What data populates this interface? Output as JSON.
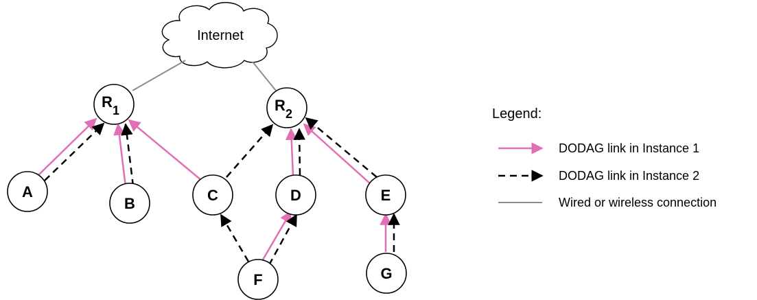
{
  "diagram": {
    "cloud": {
      "label": "Internet"
    },
    "nodes": {
      "R1": {
        "label": "R",
        "sub": "1"
      },
      "R2": {
        "label": "R",
        "sub": "2"
      },
      "A": {
        "label": "A"
      },
      "B": {
        "label": "B"
      },
      "C": {
        "label": "C"
      },
      "D": {
        "label": "D"
      },
      "E": {
        "label": "E"
      },
      "F": {
        "label": "F"
      },
      "G": {
        "label": "G"
      }
    },
    "wired_connections": [
      {
        "from": "cloud",
        "to": "R1"
      },
      {
        "from": "cloud",
        "to": "R2"
      }
    ],
    "instance1_links": [
      {
        "from": "A",
        "to": "R1"
      },
      {
        "from": "B",
        "to": "R1"
      },
      {
        "from": "C",
        "to": "R1"
      },
      {
        "from": "D",
        "to": "R2"
      },
      {
        "from": "E",
        "to": "R2"
      },
      {
        "from": "F",
        "to": "D"
      },
      {
        "from": "G",
        "to": "E"
      }
    ],
    "instance2_links": [
      {
        "from": "A",
        "to": "R1"
      },
      {
        "from": "B",
        "to": "R1"
      },
      {
        "from": "C",
        "to": "R2"
      },
      {
        "from": "D",
        "to": "R2"
      },
      {
        "from": "E",
        "to": "R2"
      },
      {
        "from": "F",
        "to": "C"
      },
      {
        "from": "F",
        "to": "D"
      },
      {
        "from": "G",
        "to": "E"
      }
    ],
    "colors": {
      "instance1": "#e06fb4",
      "instance2": "#000000",
      "wired": "#8c8c8c"
    }
  },
  "legend": {
    "title": "Legend:",
    "items": [
      {
        "label": "DODAG link in Instance 1"
      },
      {
        "label": "DODAG link in Instance 2"
      },
      {
        "label": "Wired or wireless connection"
      }
    ]
  }
}
